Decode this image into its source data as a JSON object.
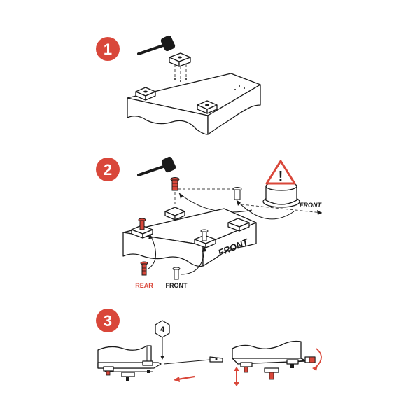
{
  "steps": [
    {
      "number": "1"
    },
    {
      "number": "2"
    },
    {
      "number": "3"
    }
  ],
  "labels": {
    "front_arrow": "FRONT",
    "front_side": "FRONT",
    "rear_bolt": "REAR",
    "front_bolt": "FRONT",
    "callout_number": "4",
    "warning_symbol": "!"
  },
  "colors": {
    "accent_red": "#d9473a",
    "ink": "#1a1a1a"
  },
  "icons": [
    "mallet-icon",
    "warning-icon",
    "bolt-icon",
    "hex-key-icon",
    "rotate-arrow-icon",
    "up-down-arrow-icon"
  ]
}
